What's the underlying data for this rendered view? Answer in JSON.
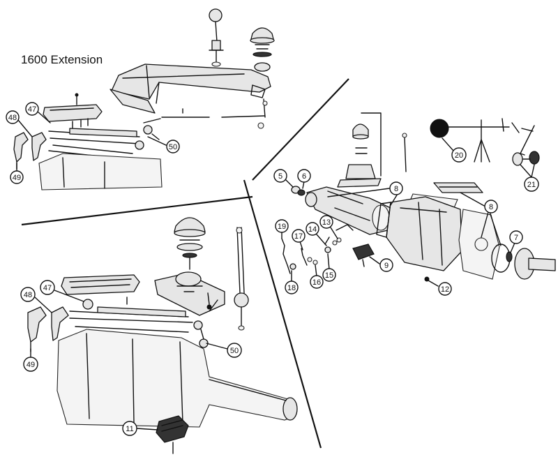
{
  "section_title": "1600 Extension",
  "callouts": [
    {
      "id": "c-top-47",
      "label": "47"
    },
    {
      "id": "c-top-48",
      "label": "48"
    },
    {
      "id": "c-top-49",
      "label": "49"
    },
    {
      "id": "c-top-50",
      "label": "50"
    },
    {
      "id": "c-bot-47",
      "label": "47"
    },
    {
      "id": "c-bot-48",
      "label": "48"
    },
    {
      "id": "c-bot-49",
      "label": "49"
    },
    {
      "id": "c-bot-50",
      "label": "50"
    },
    {
      "id": "c-bot-11",
      "label": "11"
    },
    {
      "id": "c-r-5",
      "label": "5"
    },
    {
      "id": "c-r-6",
      "label": "6"
    },
    {
      "id": "c-r-8a",
      "label": "8"
    },
    {
      "id": "c-r-8b",
      "label": "8"
    },
    {
      "id": "c-r-7",
      "label": "7"
    },
    {
      "id": "c-r-9",
      "label": "9"
    },
    {
      "id": "c-r-12",
      "label": "12"
    },
    {
      "id": "c-r-13",
      "label": "13"
    },
    {
      "id": "c-r-14",
      "label": "14"
    },
    {
      "id": "c-r-15",
      "label": "15"
    },
    {
      "id": "c-r-16",
      "label": "16"
    },
    {
      "id": "c-r-17",
      "label": "17"
    },
    {
      "id": "c-r-18",
      "label": "18"
    },
    {
      "id": "c-r-19",
      "label": "19"
    },
    {
      "id": "c-r-20",
      "label": "20"
    },
    {
      "id": "c-r-21",
      "label": "21"
    }
  ]
}
